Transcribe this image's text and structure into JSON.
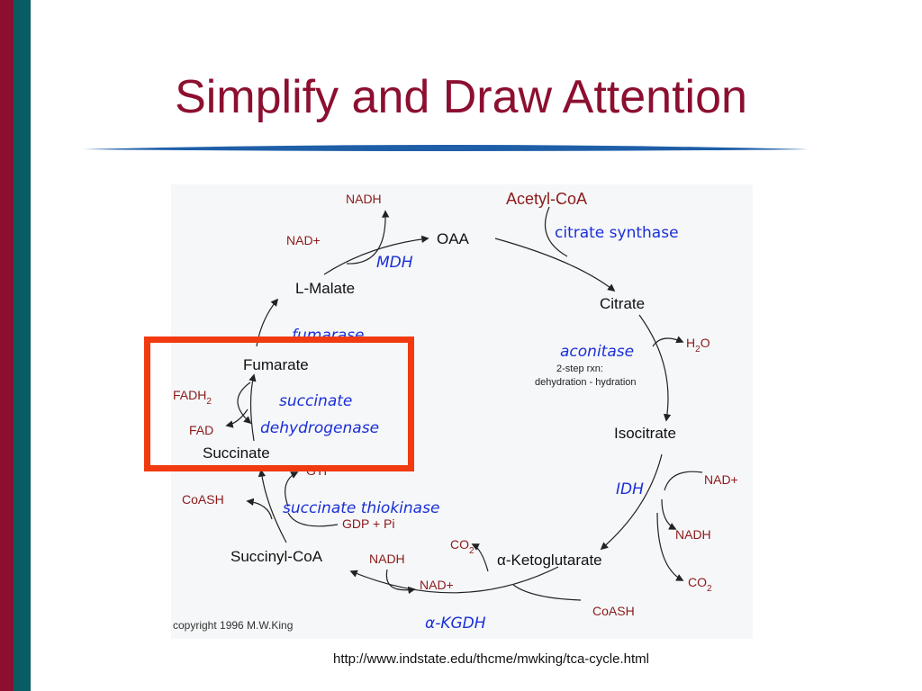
{
  "slide": {
    "title": "Simplify and Draw Attention",
    "source_url": "http://www.indstate.edu/thcme/mwking/tca-cycle.html"
  },
  "colors": {
    "title": "#8c0f30",
    "bar_red": "#8c0f30",
    "bar_teal": "#0a5c63",
    "rule": "#1f5fa8",
    "highlight": "#f23a10",
    "enzyme": "#1a2fd6",
    "cofactor": "#8b1a1a"
  },
  "diagram": {
    "metabolites": {
      "oaa": "OAA",
      "citrate": "Citrate",
      "isocitrate": "Isocitrate",
      "ketoglutarate": "α-Ketoglutarate",
      "succinyl_coa": "Succinyl-CoA",
      "succinate": "Succinate",
      "fumarate": "Fumarate",
      "malate": "L-Malate"
    },
    "entry": "Acetyl-CoA",
    "enzymes": {
      "citrate_synthase": "citrate synthase",
      "aconitase": "aconitase",
      "idh": "IDH",
      "kgdh": "α-KGDH",
      "thiokinase": "succinate thiokinase",
      "sdh_line1": "succinate",
      "sdh_line2": "dehydrogenase",
      "fumarase": "fumarase",
      "mdh": "MDH"
    },
    "notes": {
      "aconitase_line1": "2-step rxn:",
      "aconitase_line2": "dehydration - hydration"
    },
    "cofactors": {
      "h2o_h": "H",
      "h2o_sub": "2",
      "h2o_o": "O",
      "idh_nad": "NAD+",
      "idh_nadh": "NADH",
      "idh_co2": "CO",
      "idh_co2_sub": "2",
      "kgdh_co2": "CO",
      "kgdh_co2_sub": "2",
      "kgdh_coash": "CoASH",
      "kgdh_nadh": "NADH",
      "kgdh_nad": "NAD+",
      "gtp": "GTP",
      "gdp": "GDP + Pi",
      "thio_coash": "CoASH",
      "fadh2": "FADH",
      "fadh2_sub": "2",
      "fad": "FAD",
      "mdh_nad": "NAD+",
      "mdh_nadh": "NADH"
    },
    "copyright": "copyright 1996 M.W.King"
  }
}
